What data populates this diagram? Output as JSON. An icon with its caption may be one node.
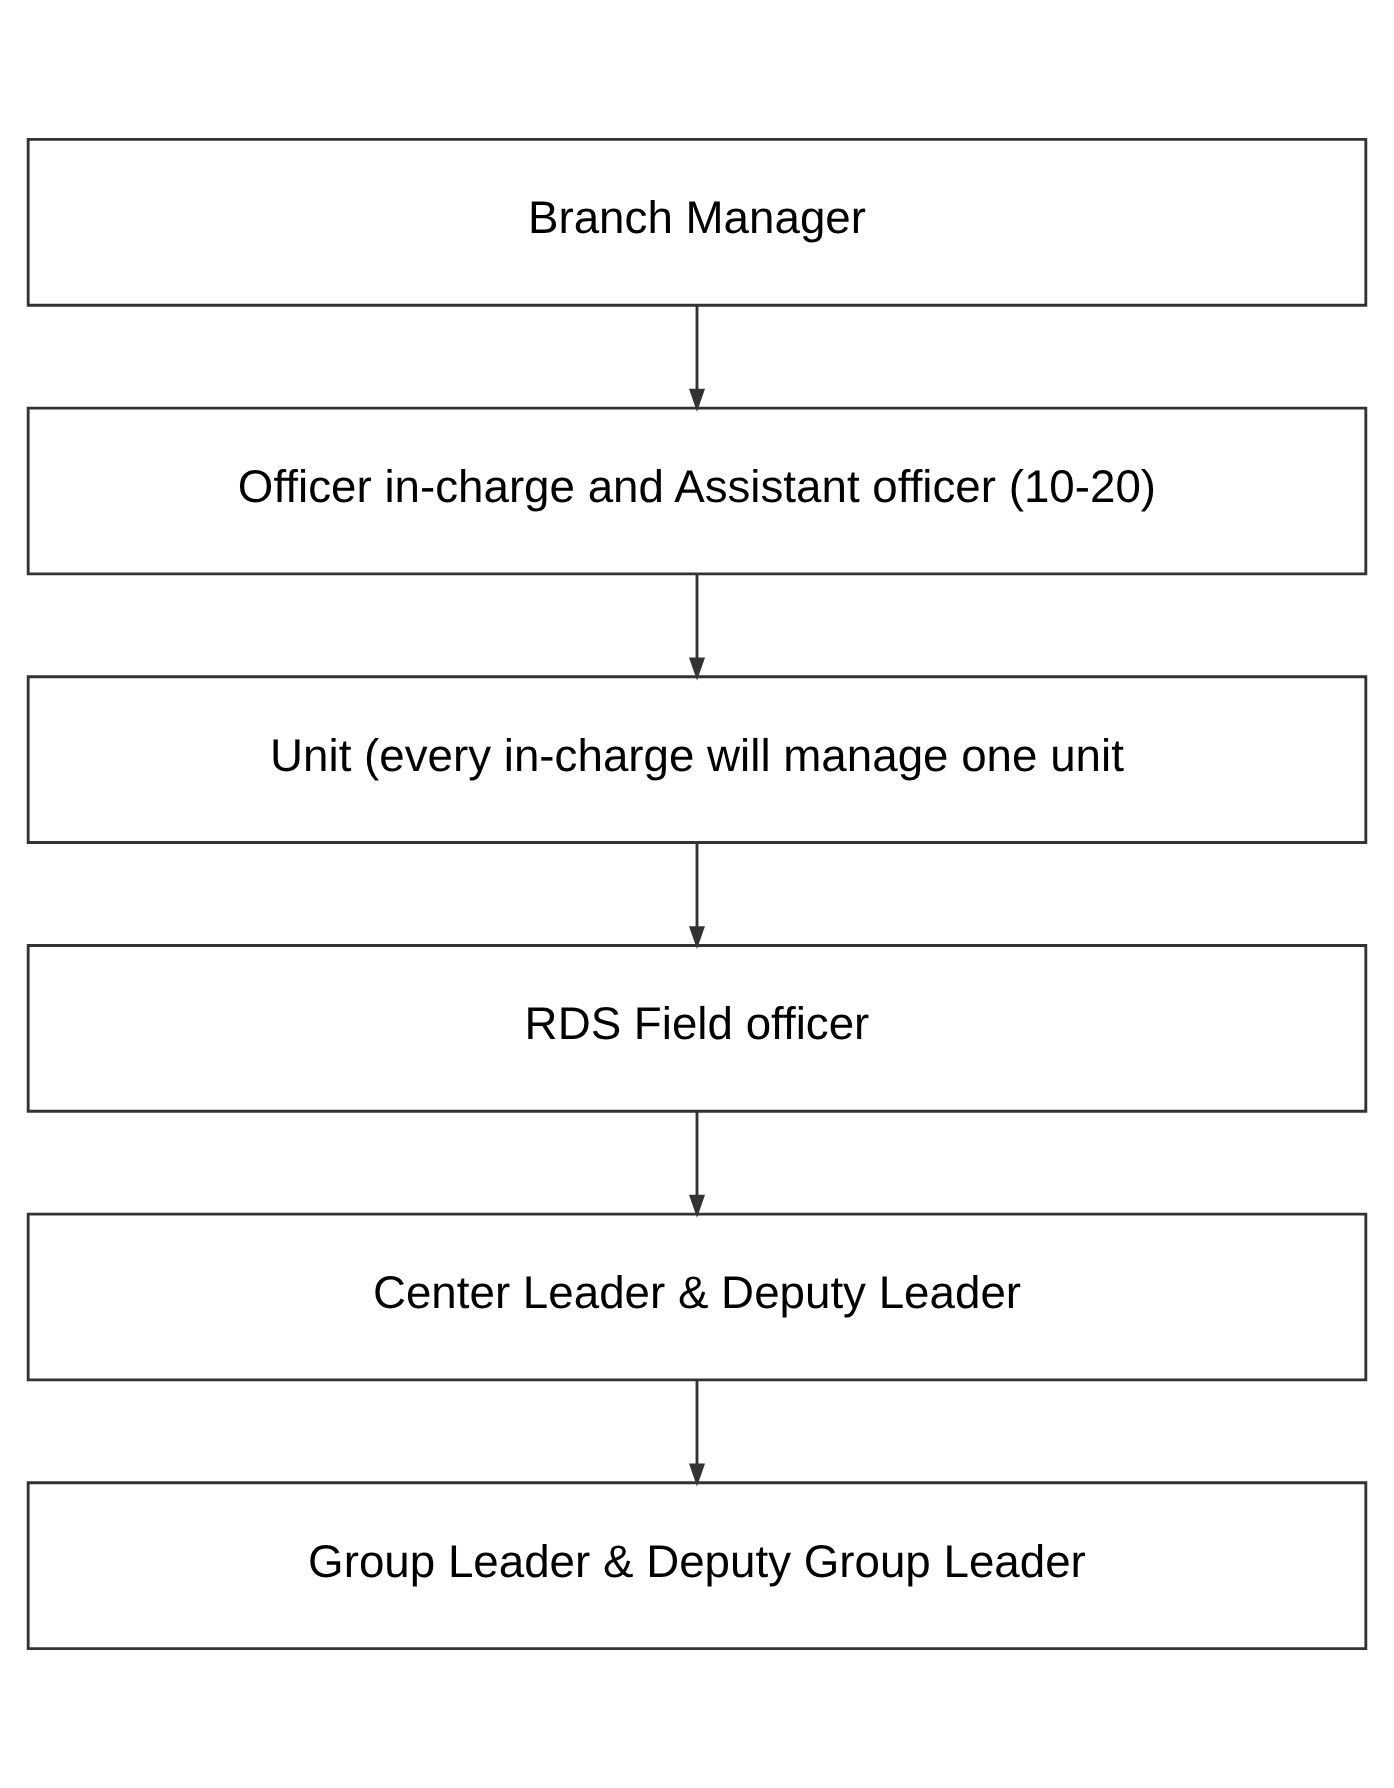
{
  "diagram": {
    "nodes": [
      {
        "text": [
          "Branch Manager"
        ]
      },
      {
        "text": [
          "Officer in-charge and Assistant officer (10-20)"
        ]
      },
      {
        "text": [
          "Unit (every in-charge will manage one unit"
        ]
      },
      {
        "text": [
          "RDS Field officer"
        ]
      },
      {
        "text": [
          "Center Leader & Deputy Leader"
        ]
      },
      {
        "text": [
          "Group Leader & Deputy Group Leader"
        ]
      }
    ],
    "edges": [
      {
        "from": 0,
        "to": 1,
        "arrow": "to"
      },
      {
        "from": 1,
        "to": 2,
        "arrow": "to"
      },
      {
        "from": 2,
        "to": 3,
        "arrow": "to"
      },
      {
        "from": 3,
        "to": 4,
        "arrow": "to"
      },
      {
        "from": 4,
        "to": 5,
        "arrow": "to"
      }
    ]
  }
}
